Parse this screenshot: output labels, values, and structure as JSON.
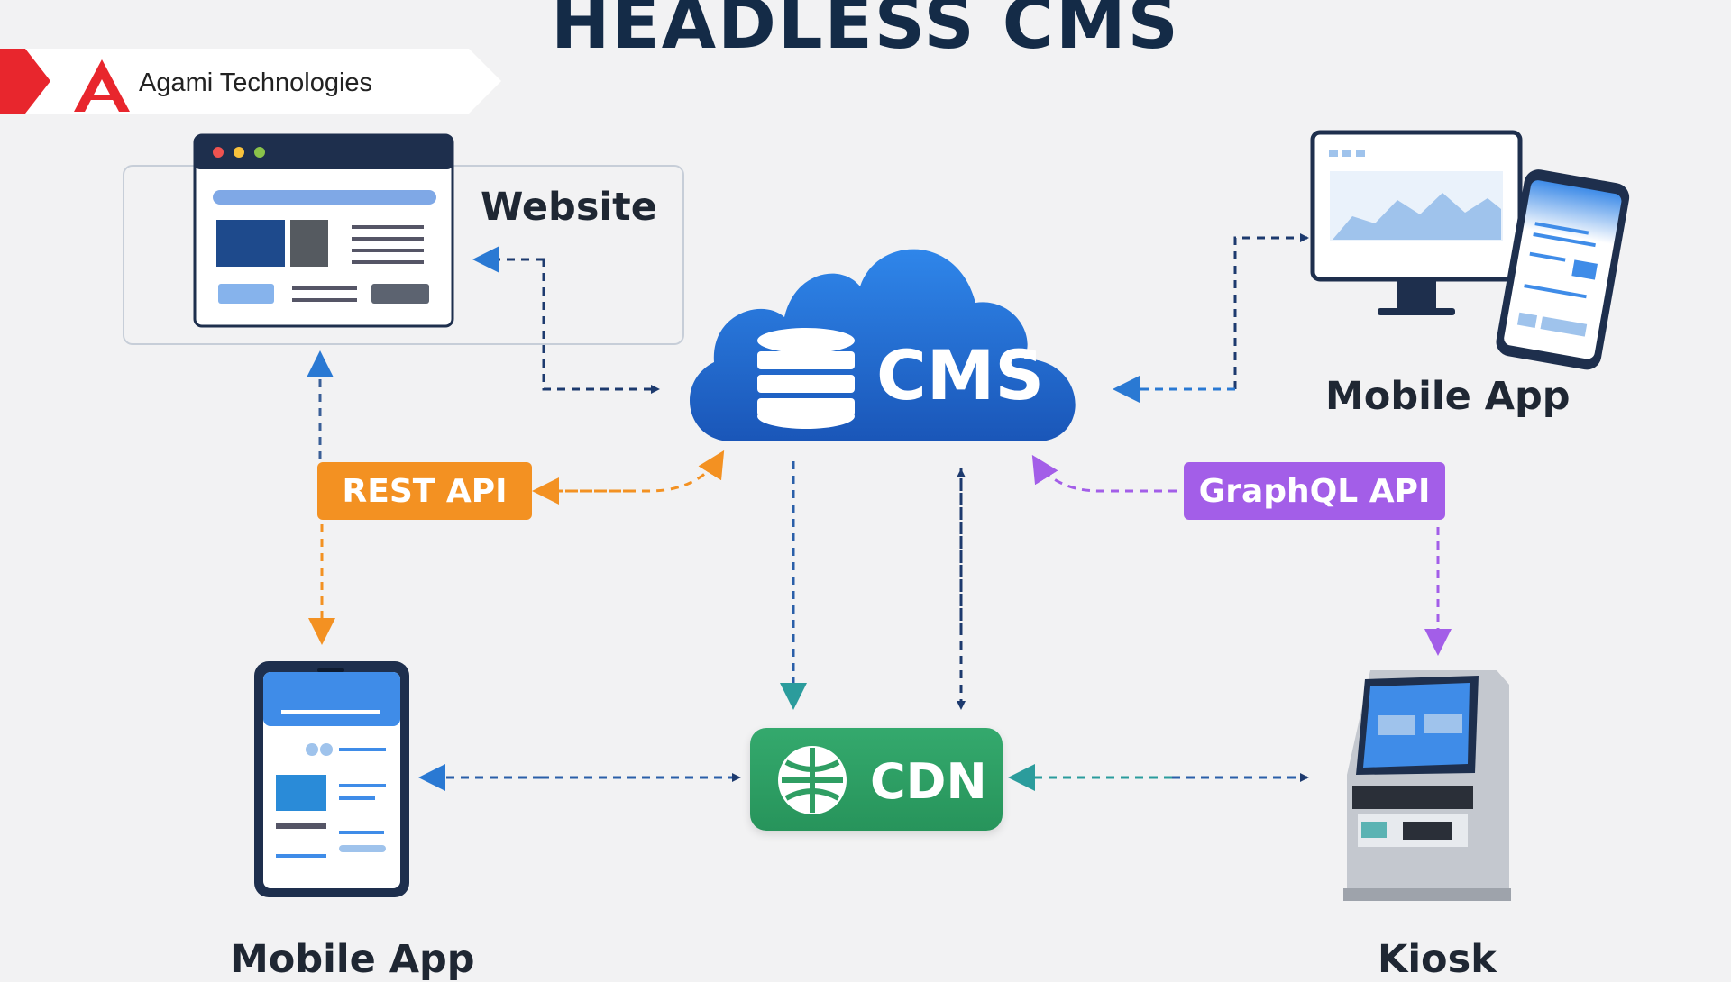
{
  "title": "HEADLESS CMS",
  "brand": {
    "name": "Agami Technologies"
  },
  "nodes": {
    "cms": "CMS",
    "cdn": "CDN",
    "website": "Website",
    "mobile_app_right": "Mobile App",
    "mobile_app_left": "Mobile App",
    "kiosk": "Kiosk"
  },
  "apis": {
    "rest": "REST API",
    "graphql": "GraphQL API"
  },
  "colors": {
    "title": "#142b47",
    "cms_cloud": "#1f6fd8",
    "cdn": "#2f9e63",
    "rest": "#f39122",
    "graphql": "#a35ee8",
    "arrow": "#1d3a6e",
    "brand_red": "#e8262d"
  }
}
